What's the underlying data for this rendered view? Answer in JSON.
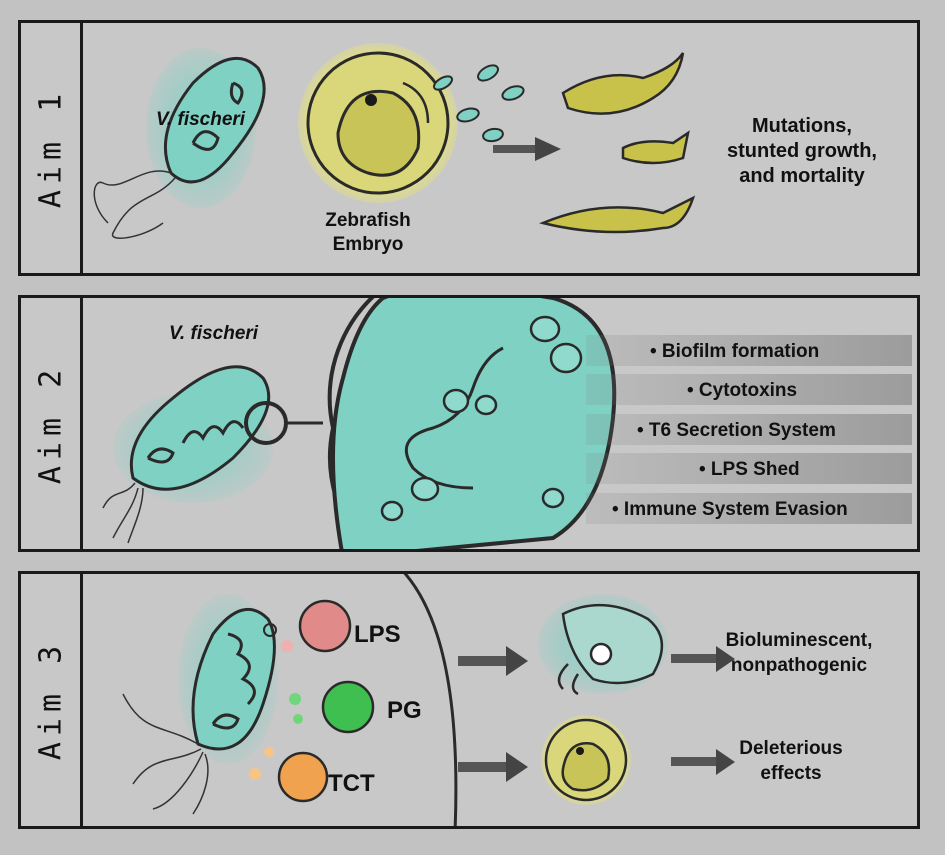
{
  "aim1": {
    "label": "Aim 1",
    "bacterium_label": "V. fischeri",
    "embryo_label_line1": "Zebrafish",
    "embryo_label_line2": "Embryo",
    "outcome_line1": "Mutations,",
    "outcome_line2": "stunted growth,",
    "outcome_line3": "and mortality"
  },
  "aim2": {
    "label": "Aim 2",
    "bacterium_label": "V. fischeri",
    "factors": [
      "• Biofilm formation",
      "• Cytotoxins",
      "• T6 Secretion System",
      "• LPS Shed",
      "• Immune System Evasion"
    ]
  },
  "aim3": {
    "label": "Aim 3",
    "molecules": [
      "LPS",
      "PG",
      "TCT"
    ],
    "outcome_squid_line1": "Bioluminescent,",
    "outcome_squid_line2": "nonpathogenic",
    "outcome_fish_line1": "Deleterious",
    "outcome_fish_line2": "effects"
  },
  "colors": {
    "bacterium": "#7fd1c4",
    "embryo": "#d9d77a",
    "fish": "#c9c24a",
    "lps": "#e08a8a",
    "pg": "#3fbf4f",
    "tct": "#f0a24e",
    "outline": "#2a2a2a"
  }
}
